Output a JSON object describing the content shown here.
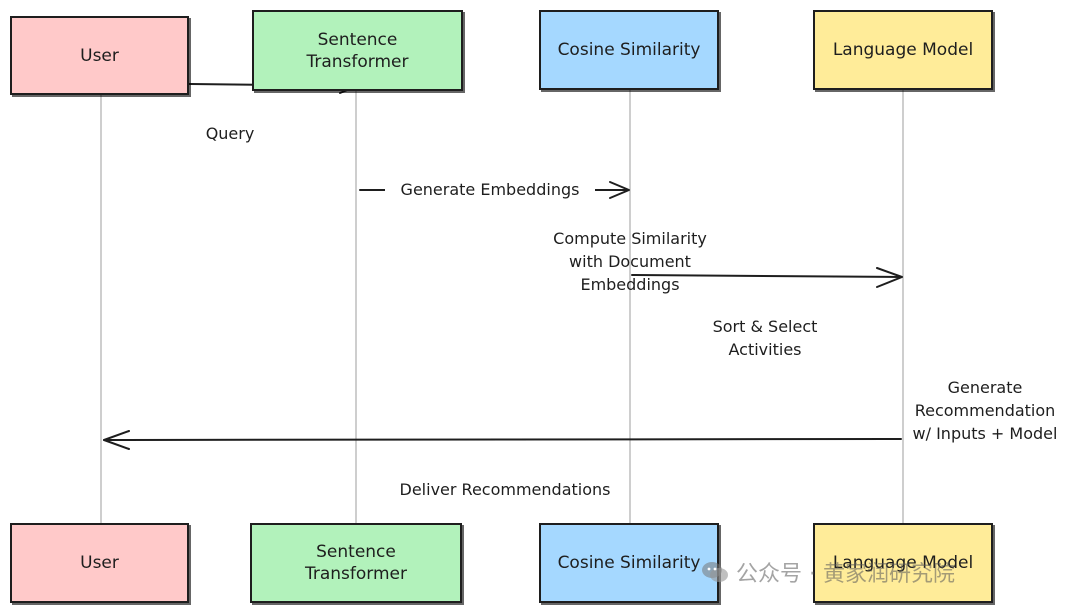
{
  "participants": {
    "user": "User",
    "sentence_transformer": "Sentence\nTransformer",
    "cosine_similarity": "Cosine Similarity",
    "language_model": "Language Model"
  },
  "messages": {
    "query": "Query",
    "generate_embeddings": "Generate Embeddings",
    "compute_similarity": "Compute Similarity\nwith Document\nEmbeddings",
    "sort_select": "Sort & Select\nActivities",
    "generate_recommendation": "Generate\nRecommendation\nw/ Inputs + Model",
    "deliver": "Deliver Recommendations"
  },
  "watermark": {
    "text": "公众号 · 黄家润研究院",
    "icon": "wechat-icon"
  },
  "colors": {
    "user": "#ffc9c9",
    "sentence_transformer": "#b2f2bb",
    "cosine_similarity": "#a5d8ff",
    "language_model": "#ffec99",
    "stroke": "#1e1e1e",
    "lifeline": "#bdbdbd"
  }
}
